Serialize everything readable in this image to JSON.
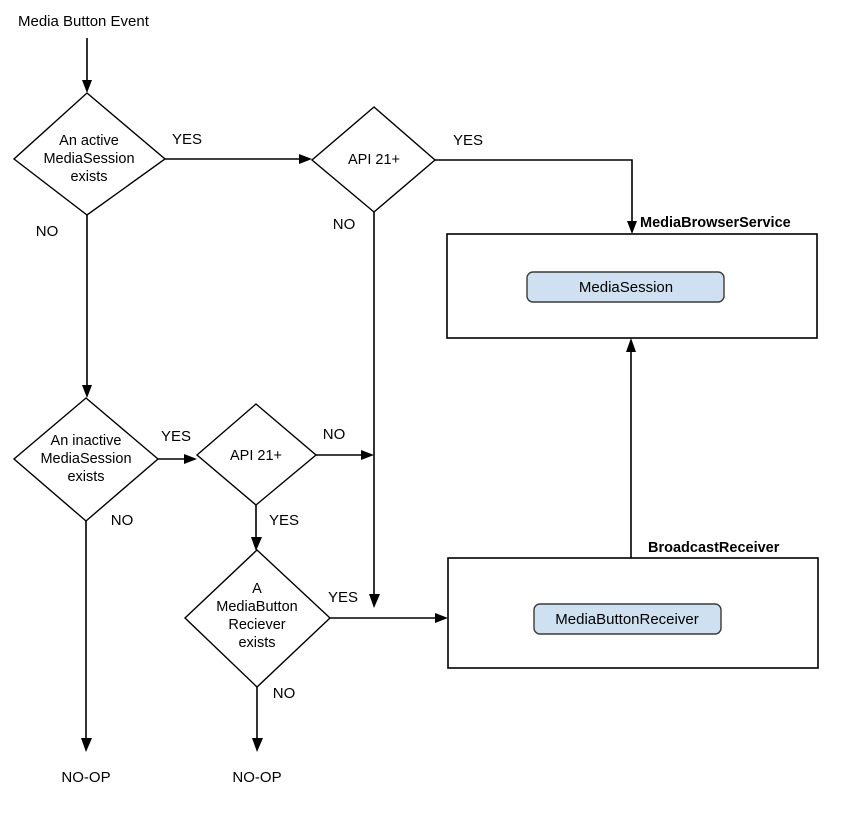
{
  "diagram": {
    "title": "Media Button Event",
    "entry_label": "Media Button Event",
    "decisions": {
      "active_session": {
        "lines": [
          "An active",
          "MediaSession",
          "exists"
        ],
        "yes_label": "YES",
        "no_label": "NO"
      },
      "api21_top": {
        "lines": [
          "API 21+"
        ],
        "yes_label": "YES",
        "no_label": "NO"
      },
      "inactive_session": {
        "lines": [
          "An inactive",
          "MediaSession",
          "exists"
        ],
        "yes_label": "YES",
        "no_label": "NO"
      },
      "api21_bottom": {
        "lines": [
          "API 21+"
        ],
        "yes_label": "NO",
        "no_label": "YES"
      },
      "mediabutton_receiver": {
        "lines": [
          "A",
          "MediaButton",
          "Reciever",
          "exists"
        ],
        "yes_label": "YES",
        "no_label": "NO"
      }
    },
    "containers": {
      "media_browser_service": {
        "title": "MediaBrowserService",
        "inner_node": "MediaSession"
      },
      "broadcast_receiver": {
        "title": "BroadcastReceiver",
        "inner_node": "MediaButtonReceiver"
      }
    },
    "terminals": {
      "noop_left": "NO-OP",
      "noop_middle": "NO-OP"
    },
    "colors": {
      "node_fill": "#cfe0f1",
      "node_stroke": "#3a3a3a",
      "line": "#000000",
      "background": "#ffffff"
    }
  }
}
